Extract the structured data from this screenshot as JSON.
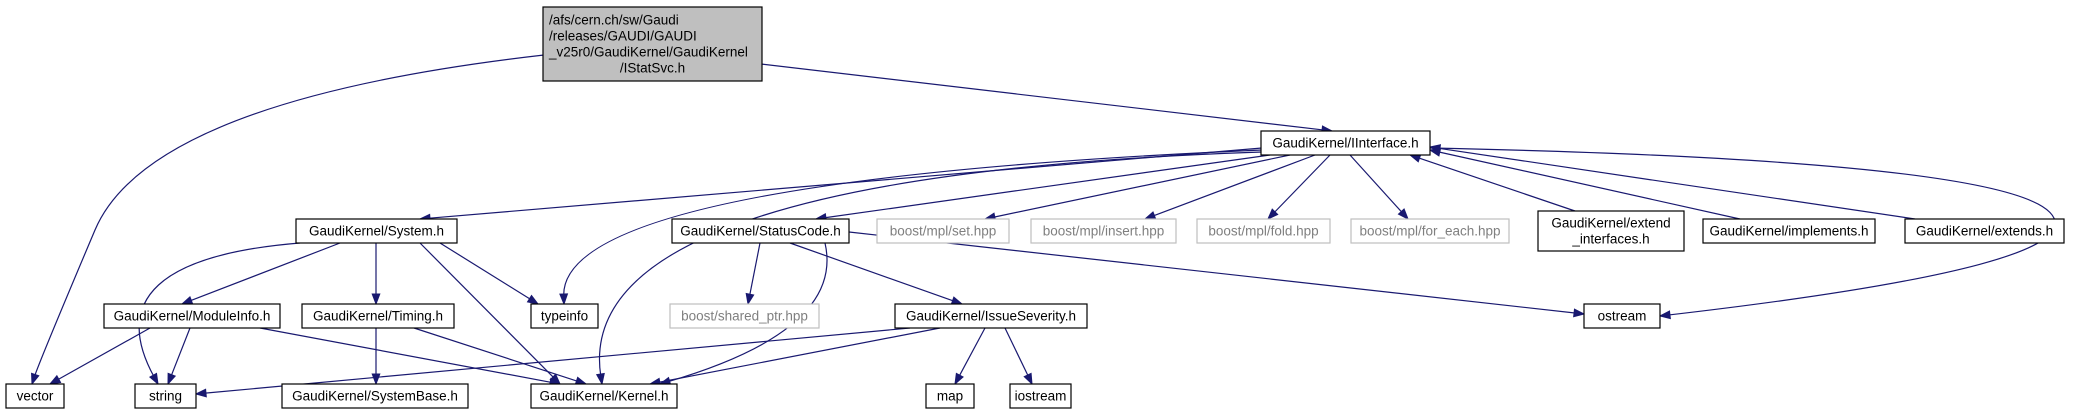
{
  "diagram": {
    "colors": {
      "root_fill": "#bfbfbf",
      "node_fill": "#ffffff",
      "node_stroke": "#000000",
      "external_stroke": "#bfbfbf",
      "external_text": "#7f7f7f",
      "edge": "#191970"
    },
    "nodes": [
      {
        "id": "root",
        "lines": [
          "/afs/cern.ch/sw/Gaudi",
          "/releases/GAUDI/GAUDI",
          "_v25r0/GaudiKernel/GaudiKernel",
          "/IStatSvc.h"
        ],
        "kind": "root"
      },
      {
        "id": "iinterface",
        "lines": [
          "GaudiKernel/IInterface.h"
        ],
        "kind": "normal"
      },
      {
        "id": "system",
        "lines": [
          "GaudiKernel/System.h"
        ],
        "kind": "normal"
      },
      {
        "id": "statuscode",
        "lines": [
          "GaudiKernel/StatusCode.h"
        ],
        "kind": "normal"
      },
      {
        "id": "set",
        "lines": [
          "boost/mpl/set.hpp"
        ],
        "kind": "external"
      },
      {
        "id": "insert",
        "lines": [
          "boost/mpl/insert.hpp"
        ],
        "kind": "external"
      },
      {
        "id": "fold",
        "lines": [
          "boost/mpl/fold.hpp"
        ],
        "kind": "external"
      },
      {
        "id": "foreach",
        "lines": [
          "boost/mpl/for_each.hpp"
        ],
        "kind": "external"
      },
      {
        "id": "extendif",
        "lines": [
          "GaudiKernel/extend",
          "_interfaces.h"
        ],
        "kind": "normal"
      },
      {
        "id": "implements",
        "lines": [
          "GaudiKernel/implements.h"
        ],
        "kind": "normal"
      },
      {
        "id": "extends",
        "lines": [
          "GaudiKernel/extends.h"
        ],
        "kind": "normal"
      },
      {
        "id": "moduleinfo",
        "lines": [
          "GaudiKernel/ModuleInfo.h"
        ],
        "kind": "normal"
      },
      {
        "id": "timing",
        "lines": [
          "GaudiKernel/Timing.h"
        ],
        "kind": "normal"
      },
      {
        "id": "typeinfo",
        "lines": [
          "typeinfo"
        ],
        "kind": "normal"
      },
      {
        "id": "sharedptr",
        "lines": [
          "boost/shared_ptr.hpp"
        ],
        "kind": "external"
      },
      {
        "id": "issueseverity",
        "lines": [
          "GaudiKernel/IssueSeverity.h"
        ],
        "kind": "normal"
      },
      {
        "id": "ostream",
        "lines": [
          "ostream"
        ],
        "kind": "normal"
      },
      {
        "id": "vector",
        "lines": [
          "vector"
        ],
        "kind": "normal"
      },
      {
        "id": "string",
        "lines": [
          "string"
        ],
        "kind": "normal"
      },
      {
        "id": "systembase",
        "lines": [
          "GaudiKernel/SystemBase.h"
        ],
        "kind": "normal"
      },
      {
        "id": "kernel",
        "lines": [
          "GaudiKernel/Kernel.h"
        ],
        "kind": "normal"
      },
      {
        "id": "map",
        "lines": [
          "map"
        ],
        "kind": "normal"
      },
      {
        "id": "iostream",
        "lines": [
          "iostream"
        ],
        "kind": "normal"
      }
    ],
    "edges": [
      {
        "from": "root",
        "to": "iinterface"
      },
      {
        "from": "root",
        "to": "vector"
      },
      {
        "from": "iinterface",
        "to": "system"
      },
      {
        "from": "iinterface",
        "to": "typeinfo"
      },
      {
        "from": "iinterface",
        "to": "kernel"
      },
      {
        "from": "iinterface",
        "to": "statuscode"
      },
      {
        "from": "iinterface",
        "to": "set"
      },
      {
        "from": "iinterface",
        "to": "insert"
      },
      {
        "from": "iinterface",
        "to": "fold"
      },
      {
        "from": "iinterface",
        "to": "foreach"
      },
      {
        "from": "iinterface",
        "to": "ostream"
      },
      {
        "from": "extendif",
        "to": "iinterface"
      },
      {
        "from": "implements",
        "to": "iinterface"
      },
      {
        "from": "extends",
        "to": "iinterface"
      },
      {
        "from": "system",
        "to": "moduleinfo"
      },
      {
        "from": "system",
        "to": "timing"
      },
      {
        "from": "system",
        "to": "typeinfo"
      },
      {
        "from": "system",
        "to": "string"
      },
      {
        "from": "system",
        "to": "kernel"
      },
      {
        "from": "statuscode",
        "to": "sharedptr"
      },
      {
        "from": "statuscode",
        "to": "issueseverity"
      },
      {
        "from": "statuscode",
        "to": "kernel"
      },
      {
        "from": "statuscode",
        "to": "ostream"
      },
      {
        "from": "moduleinfo",
        "to": "vector"
      },
      {
        "from": "moduleinfo",
        "to": "string"
      },
      {
        "from": "moduleinfo",
        "to": "kernel"
      },
      {
        "from": "timing",
        "to": "systembase"
      },
      {
        "from": "timing",
        "to": "kernel"
      },
      {
        "from": "issueseverity",
        "to": "string"
      },
      {
        "from": "issueseverity",
        "to": "kernel"
      },
      {
        "from": "issueseverity",
        "to": "map"
      },
      {
        "from": "issueseverity",
        "to": "iostream"
      }
    ]
  }
}
